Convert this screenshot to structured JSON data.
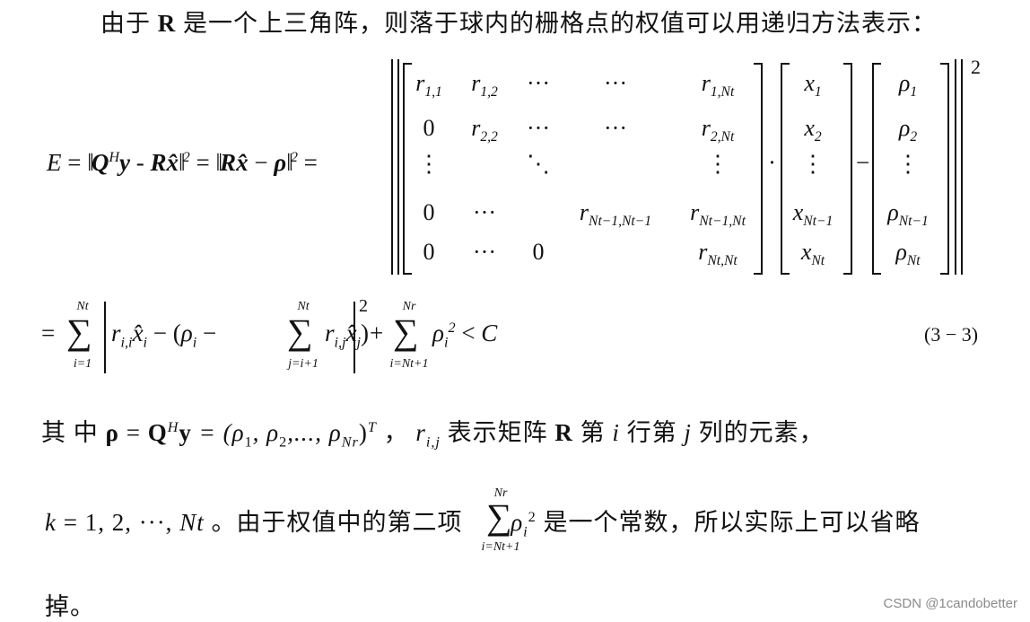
{
  "line1": {
    "pre": "由于 ",
    "R": "R",
    "post": " 是一个上三角阵，则落于球内的栅格点的权值可以用递归方法表示："
  },
  "eq1": {
    "E": "E",
    "eq": " = ",
    "Q": "Q",
    "H": "H",
    "y": "y",
    "minus": " - ",
    "R": "R",
    "xhat": "x̂",
    "two": "2",
    "rho": "ρ",
    "minus2": " − "
  },
  "matrix": {
    "rows": [
      [
        [
          "r",
          "1,1"
        ],
        [
          "r",
          "1,2"
        ],
        [
          "···",
          ""
        ],
        [
          "···",
          ""
        ],
        [
          "r",
          "1,Nt"
        ]
      ],
      [
        [
          "0",
          ""
        ],
        [
          "r",
          "2,2"
        ],
        [
          "···",
          ""
        ],
        [
          "···",
          ""
        ],
        [
          "r",
          "2,Nt"
        ]
      ],
      [
        [
          "⋮",
          ""
        ],
        [
          "",
          ""
        ],
        [
          "⋱",
          ""
        ],
        [
          "",
          ""
        ],
        [
          "⋮",
          ""
        ]
      ],
      [
        [
          "0",
          ""
        ],
        [
          "···",
          ""
        ],
        [
          "",
          ""
        ],
        [
          "r",
          "Nt−1,Nt−1"
        ],
        [
          "r",
          "Nt−1,Nt"
        ]
      ],
      [
        [
          "0",
          ""
        ],
        [
          "···",
          ""
        ],
        [
          "0",
          ""
        ],
        [
          "",
          ""
        ],
        [
          "r",
          "Nt,Nt"
        ]
      ]
    ],
    "x_vector": [
      [
        "x",
        "1"
      ],
      [
        "x",
        "2"
      ],
      [
        "⋮",
        ""
      ],
      [
        "x",
        "Nt−1"
      ],
      [
        "x",
        "Nt"
      ]
    ],
    "rho_vector": [
      [
        "ρ",
        "1"
      ],
      [
        "ρ",
        "2"
      ],
      [
        "⋮",
        ""
      ],
      [
        "ρ",
        "Nt−1"
      ],
      [
        "ρ",
        "Nt"
      ]
    ],
    "dot": "·",
    "minus": "−",
    "power": "2"
  },
  "eq2": {
    "eq": "=",
    "sum1_top": "Nt",
    "sum1_bot": "i=1",
    "r_ii": "r",
    "r_ii_sub": "i,i",
    "xhat": "x̂",
    "xhat_sub": "i",
    "open": " − (",
    "rho": "ρ",
    "rho_sub": "i",
    "minus": " − ",
    "sum2_top": "Nt",
    "sum2_bot": "j=i+1",
    "r_ij": "r",
    "r_ij_sub": "i,j",
    "xhat_j": "x̂",
    "xhat_j_sub": "j",
    "close": ")",
    "power": "2",
    "plus": "+",
    "sum3_top": "Nr",
    "sum3_bot": "i=Nt+1",
    "rho3": "ρ",
    "rho3_sub": "i",
    "rho3_pow": "2",
    "lt": " < ",
    "C": "C",
    "label": "(3 − 3)"
  },
  "para1": {
    "pre": "其 中 ",
    "rho": "ρ",
    "eq": " = ",
    "Q": "Q",
    "H": "H",
    "y": "y",
    "tuple": " = (ρ",
    "s1": "1",
    "c1": ", ρ",
    "s2": "2",
    "c2": ",..., ρ",
    "sNr": "Nr",
    "close": ")",
    "T": "T",
    "comma": " ，  ",
    "r": "r",
    "rsub": "i,j",
    "mid": " 表示矩阵  ",
    "R": "R",
    "di": "  第  ",
    "i": "i",
    "hang": "  行第  ",
    "j": "j",
    "post": "  列的元素，"
  },
  "para2": {
    "k": "k",
    "range": " = 1, 2, ···, ",
    "Nt": "Nt",
    "text1": " 。由于权值中的第二项 ",
    "sum_top": "Nr",
    "sum_bot": "i=Nt+1",
    "rho": "ρ",
    "rho_sub": "i",
    "rho_pow": "2",
    "text2": " 是一个常数，所以实际上可以省略"
  },
  "para3": {
    "text": "掉。"
  },
  "watermark": "CSDN @1candobetter"
}
